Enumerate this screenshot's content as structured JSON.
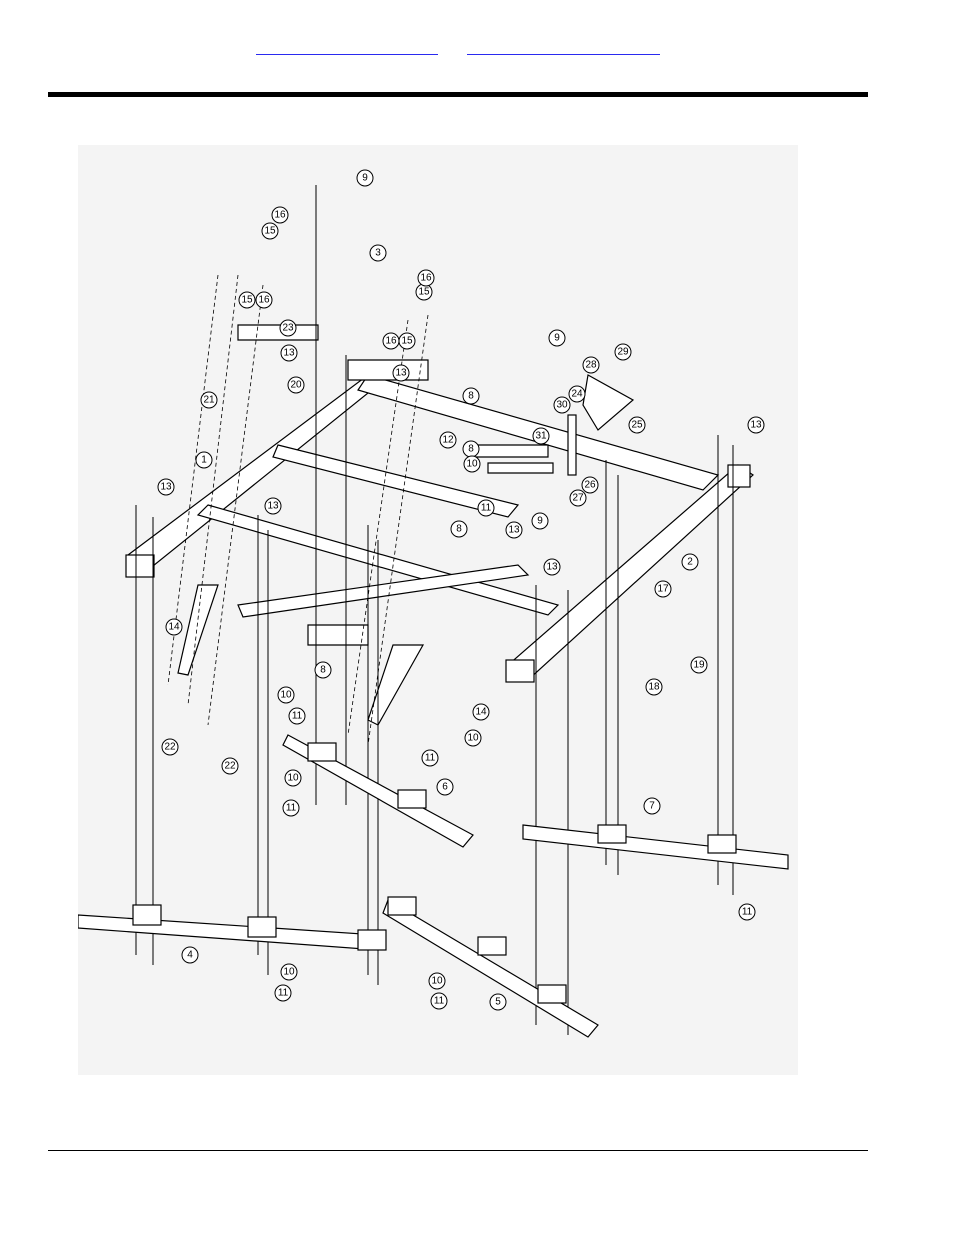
{
  "header": {
    "links": [
      {
        "id": "link-1",
        "text": ""
      },
      {
        "id": "link-2",
        "text": ""
      }
    ]
  },
  "drawing": {
    "callouts": [
      {
        "n": "1"
      },
      {
        "n": "2"
      },
      {
        "n": "3"
      },
      {
        "n": "4"
      },
      {
        "n": "5"
      },
      {
        "n": "6"
      },
      {
        "n": "7"
      },
      {
        "n": "8"
      },
      {
        "n": "8"
      },
      {
        "n": "8"
      },
      {
        "n": "8"
      },
      {
        "n": "9"
      },
      {
        "n": "9"
      },
      {
        "n": "9"
      },
      {
        "n": "10"
      },
      {
        "n": "10"
      },
      {
        "n": "10"
      },
      {
        "n": "10"
      },
      {
        "n": "10"
      },
      {
        "n": "10"
      },
      {
        "n": "11"
      },
      {
        "n": "11"
      },
      {
        "n": "11"
      },
      {
        "n": "11"
      },
      {
        "n": "11"
      },
      {
        "n": "11"
      },
      {
        "n": "11"
      },
      {
        "n": "12"
      },
      {
        "n": "13"
      },
      {
        "n": "13"
      },
      {
        "n": "13"
      },
      {
        "n": "13"
      },
      {
        "n": "13"
      },
      {
        "n": "13"
      },
      {
        "n": "13"
      },
      {
        "n": "14"
      },
      {
        "n": "14"
      },
      {
        "n": "15"
      },
      {
        "n": "15"
      },
      {
        "n": "15"
      },
      {
        "n": "15"
      },
      {
        "n": "16"
      },
      {
        "n": "16"
      },
      {
        "n": "16"
      },
      {
        "n": "16"
      },
      {
        "n": "17"
      },
      {
        "n": "18"
      },
      {
        "n": "19"
      },
      {
        "n": "20"
      },
      {
        "n": "21"
      },
      {
        "n": "22"
      },
      {
        "n": "22"
      },
      {
        "n": "23"
      },
      {
        "n": "24"
      },
      {
        "n": "25"
      },
      {
        "n": "26"
      },
      {
        "n": "27"
      },
      {
        "n": "28"
      },
      {
        "n": "29"
      },
      {
        "n": "30"
      },
      {
        "n": "31"
      }
    ]
  }
}
